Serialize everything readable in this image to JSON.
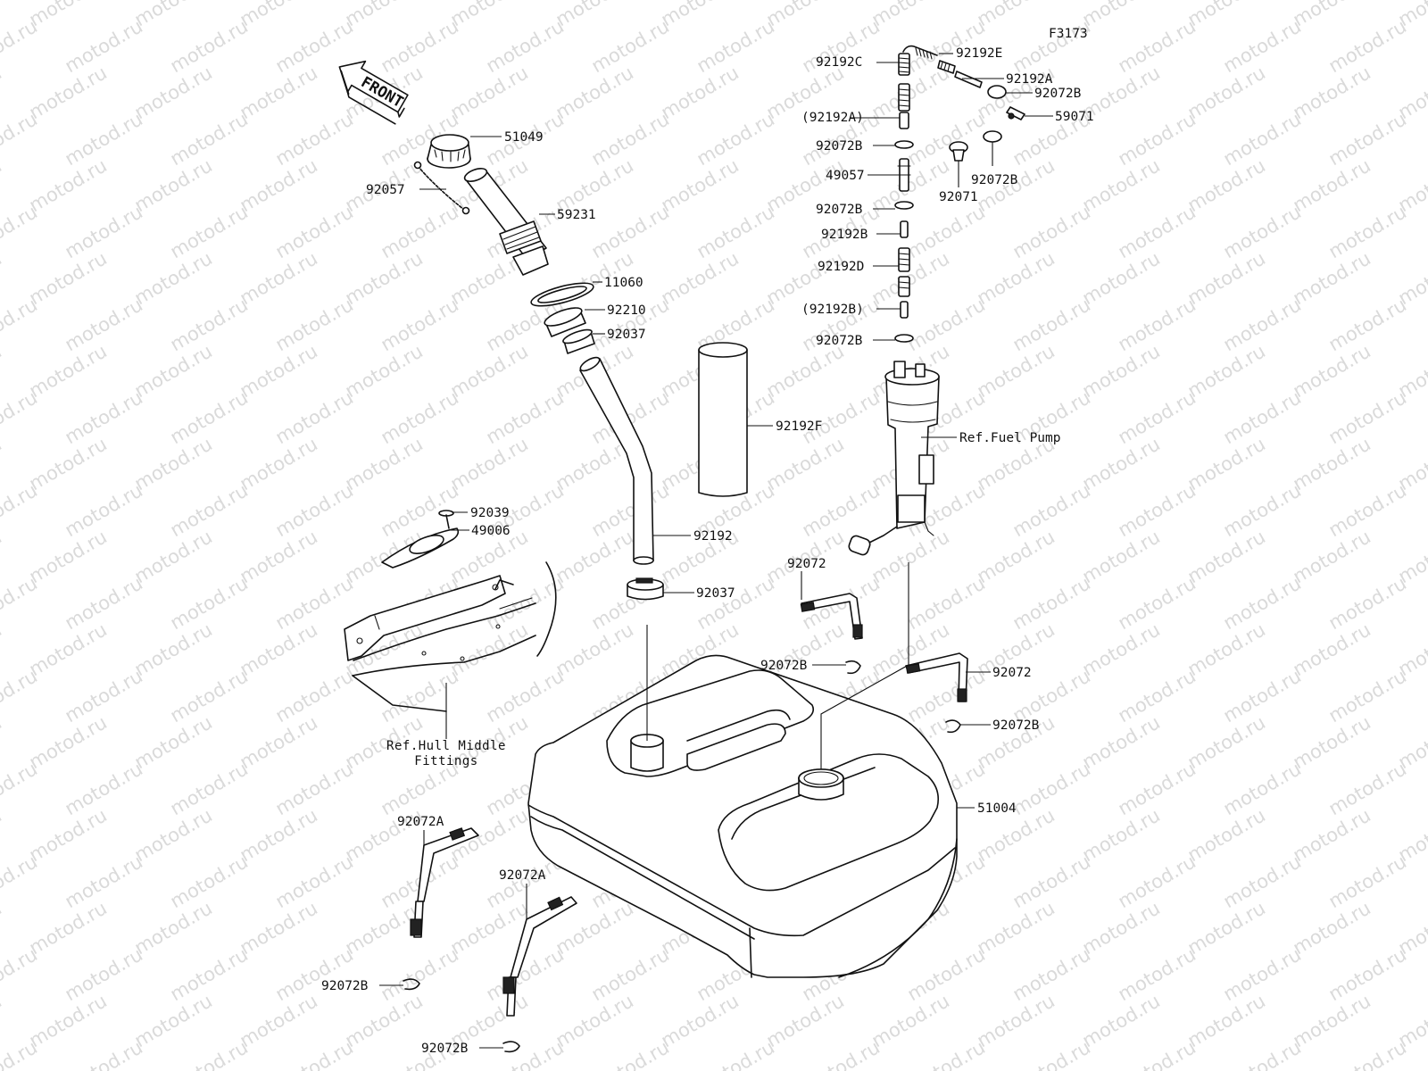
{
  "diagram_code": "F3173",
  "watermark": "motod.ru",
  "front_label": "FRONT",
  "labels": {
    "l_92192e": "92192E",
    "l_92192c": "92192C",
    "l_92192a": "92192A",
    "l_92072b_a": "92072B",
    "l_92192a_p": "(92192A)",
    "l_59071": "59071",
    "l_92072b_b": "92072B",
    "l_49057": "49057",
    "l_92071": "92071",
    "l_92072b_c": "92072B",
    "l_92072b_d": "92072B",
    "l_92192b": "92192B",
    "l_92192d": "92192D",
    "l_92192b_p": "(92192B)",
    "l_92072b_e": "92072B",
    "l_51049": "51049",
    "l_92057": "92057",
    "l_59231": "59231",
    "l_11060": "11060",
    "l_92210": "92210",
    "l_92037_a": "92037",
    "l_92192f": "92192F",
    "l_ref_fuel_pump": "Ref.Fuel Pump",
    "l_92039": "92039",
    "l_49006": "49006",
    "l_92192": "92192",
    "l_92072_a": "92072",
    "l_92037_b": "92037",
    "l_92072b_f": "92072B",
    "l_92072_b": "92072",
    "l_92072b_g": "92072B",
    "l_ref_hull": "Ref.Hull Middle\nFittings",
    "l_51004": "51004",
    "l_92072a_a": "92072A",
    "l_92072a_b": "92072A",
    "l_92072b_h": "92072B",
    "l_92072b_i": "92072B"
  }
}
